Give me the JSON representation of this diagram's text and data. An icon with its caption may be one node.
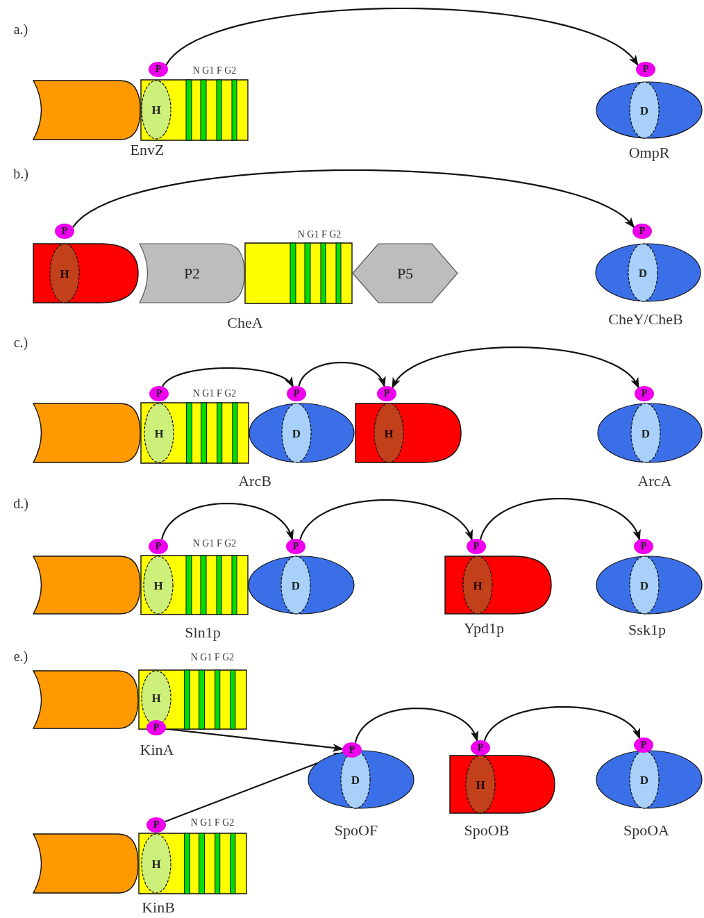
{
  "diagram": {
    "nodes": [
      {
        "text": [],
        "shape": "box"
      },
      {
        "text": [],
        "shape": "box"
      },
      {
        "text": [
          "H"
        ],
        "in": 1
      },
      {
        "text": [
          "P"
        ]
      },
      {
        "text": [],
        "shape": "ellipse"
      },
      {
        "text": [
          "D"
        ],
        "in": 4
      },
      {
        "text": [
          "P"
        ]
      },
      {
        "text": [],
        "shape": "box"
      },
      {
        "text": [
          "H"
        ],
        "in": 7
      },
      {
        "text": [
          "P"
        ]
      },
      {
        "text": [
          "P2"
        ]
      },
      {
        "text": [],
        "shape": "box"
      },
      {
        "text": [
          "P5"
        ]
      },
      {
        "text": [],
        "shape": "ellipse"
      },
      {
        "text": [
          "D"
        ],
        "in": 13
      },
      {
        "text": [
          "P"
        ]
      },
      {
        "text": [],
        "shape": "box"
      },
      {
        "text": [],
        "shape": "box"
      },
      {
        "text": [
          "H"
        ],
        "in": 17
      },
      {
        "text": [
          "P"
        ]
      },
      {
        "text": [],
        "shape": "ellipse"
      },
      {
        "text": [
          "D"
        ],
        "in": 20
      },
      {
        "text": [
          "P"
        ]
      },
      {
        "text": [],
        "shape": "box"
      },
      {
        "text": [
          "H"
        ],
        "in": 23
      },
      {
        "text": [
          "P"
        ]
      },
      {
        "text": [],
        "shape": "ellipse"
      },
      {
        "text": [
          "D"
        ],
        "in": 26
      },
      {
        "text": [
          "P"
        ]
      },
      {
        "text": [],
        "shape": "box"
      },
      {
        "text": [],
        "shape": "box"
      },
      {
        "text": [
          "H"
        ],
        "in": 30
      },
      {
        "text": [
          "P"
        ]
      },
      {
        "text": [],
        "shape": "ellipse"
      },
      {
        "text": [
          "D"
        ],
        "in": 33
      },
      {
        "text": [
          "P"
        ]
      },
      {
        "text": [],
        "shape": "box"
      },
      {
        "text": [
          "H"
        ],
        "in": 36
      },
      {
        "text": [
          "P"
        ]
      },
      {
        "text": [],
        "shape": "ellipse"
      },
      {
        "text": [
          "D"
        ],
        "in": 39
      },
      {
        "text": [
          "P"
        ]
      },
      {
        "text": [],
        "shape": "box"
      },
      {
        "text": [],
        "shape": "box"
      },
      {
        "text": [
          "H"
        ],
        "in": 43
      },
      {
        "text": [
          "P"
        ]
      },
      {
        "text": [],
        "shape": "ellipse"
      },
      {
        "text": [
          "D"
        ],
        "in": 46
      },
      {
        "text": [
          "P"
        ]
      },
      {
        "text": [],
        "shape": "box"
      },
      {
        "text": [
          "H"
        ],
        "in": 49
      },
      {
        "text": [
          "P"
        ]
      },
      {
        "text": [],
        "shape": "ellipse"
      },
      {
        "text": [
          "D"
        ],
        "in": 52
      },
      {
        "text": [
          "P"
        ]
      },
      {
        "text": [],
        "shape": "box"
      },
      {
        "text": [],
        "shape": "box"
      },
      {
        "text": [
          "H"
        ],
        "in": 56
      },
      {
        "text": [
          "P"
        ]
      }
    ],
    "edges": [
      {
        "from": 3,
        "to": 6,
        "arrow": "to"
      },
      {
        "from": 9,
        "to": 15,
        "arrow": "to"
      },
      {
        "from": 19,
        "to": 22,
        "arrow": "to"
      },
      {
        "from": 22,
        "to": 25,
        "arrow": "to"
      },
      {
        "from": 25,
        "to": 28,
        "arrow": "both"
      },
      {
        "from": 32,
        "to": 35,
        "arrow": "to"
      },
      {
        "from": 35,
        "to": 38,
        "arrow": "to"
      },
      {
        "from": 38,
        "to": 41,
        "arrow": "to"
      },
      {
        "from": 45,
        "to": 48,
        "arrow": "to"
      },
      {
        "from": 58,
        "to": 48,
        "arrow": "to"
      },
      {
        "from": 48,
        "to": 51,
        "arrow": "to"
      },
      {
        "from": 51,
        "to": 54,
        "arrow": "to"
      }
    ],
    "labels": [
      "a.)",
      "N G1 F G2",
      "EnvZ",
      "OmpR",
      "b.)",
      "N G1 F G2",
      "CheA",
      "CheY/CheB",
      "c.)",
      "N G1 F G2",
      "ArcB",
      "ArcA",
      "d.)",
      "N G1 F G2",
      "Sln1p",
      "Ypd1p",
      "Ssk1p",
      "e.)",
      "N G1 F G2",
      "KinA",
      "SpoOF",
      "SpoOB",
      "SpoOA",
      "N G1 F G2",
      "KinB"
    ]
  }
}
